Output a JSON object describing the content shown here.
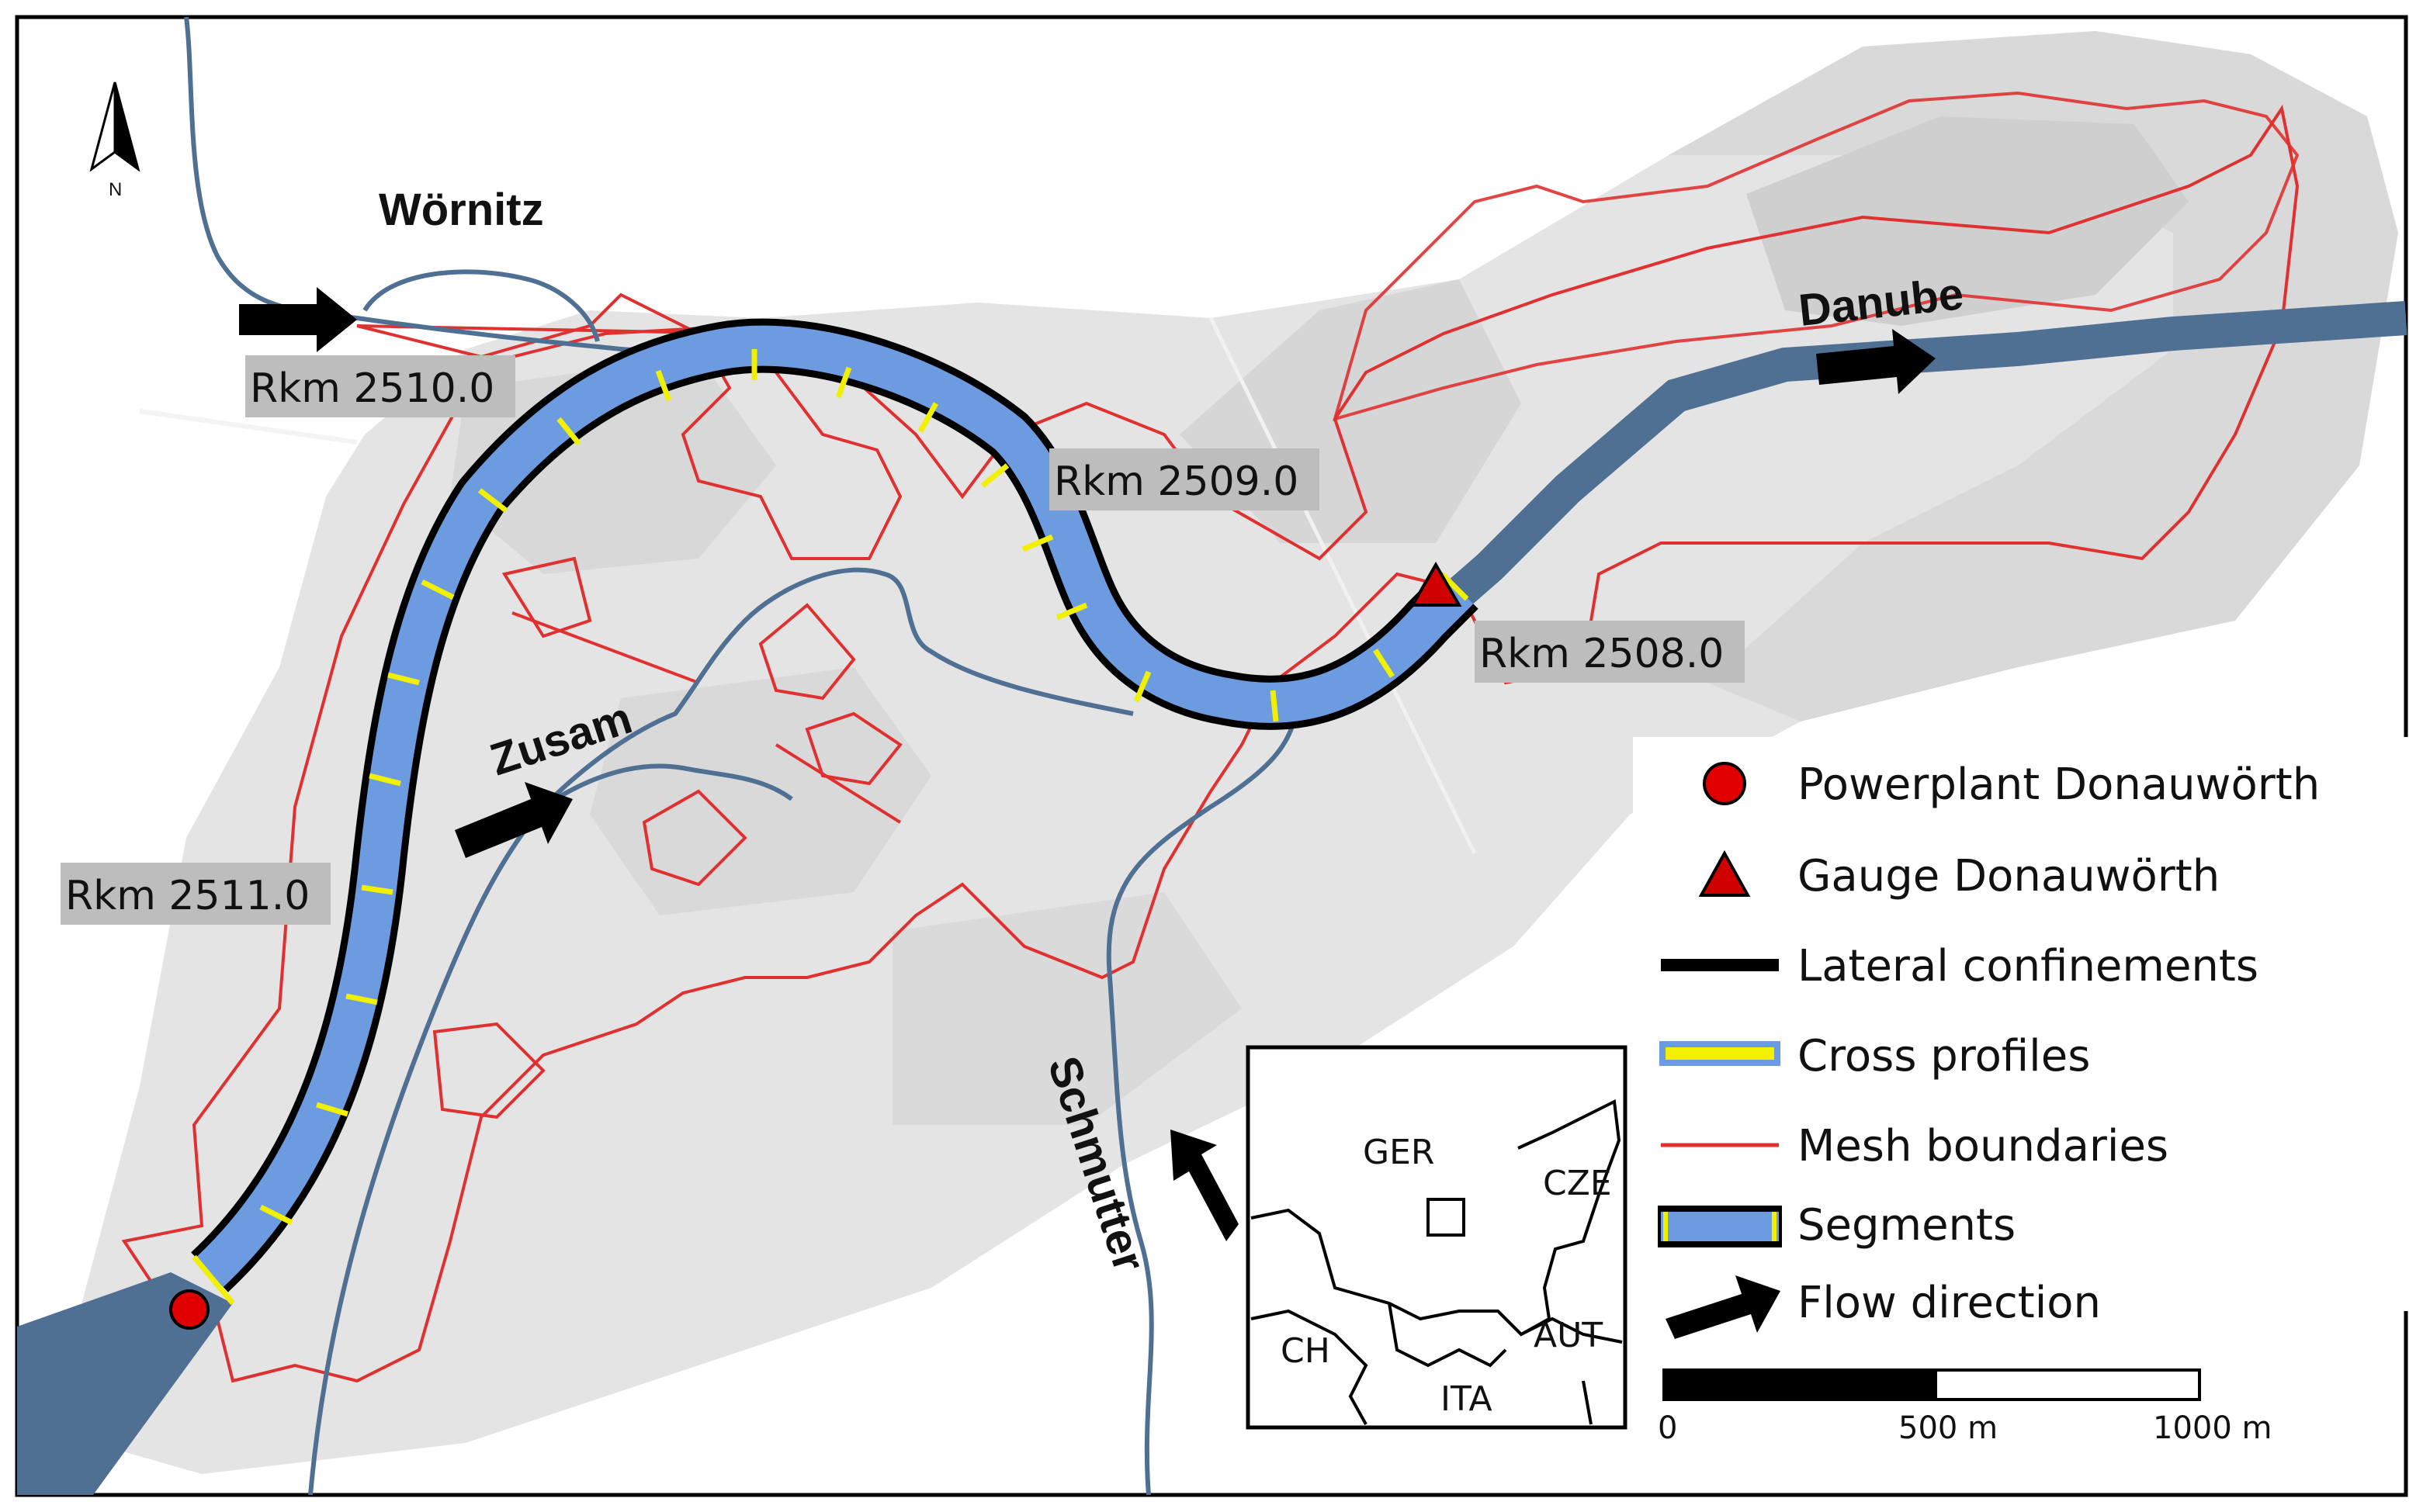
{
  "map": {
    "rivers": {
      "woernitz": "Wörnitz",
      "danube": "Danube",
      "zusam": "Zusam",
      "schmutter": "Schmutter"
    },
    "river_km_labels": [
      "Rkm 2510.0",
      "Rkm 2509.0",
      "Rkm 2508.0",
      "Rkm 2511.0"
    ],
    "north_arrow": {
      "letter": "N",
      "icon": "north-arrow-icon"
    },
    "colors": {
      "river": "#4f6f93",
      "segment_fill": "#6c9be0",
      "cross_profile": "#f0f000",
      "mesh_boundary": "#e03030",
      "confinement": "#000000",
      "powerplant": "#e00000",
      "gauge": "#d00000",
      "background_relief": "#e2e2e2"
    }
  },
  "legend": {
    "items": [
      {
        "icon": "powerplant-icon",
        "label": "Powerplant Donauwörth"
      },
      {
        "icon": "gauge-icon",
        "label": "Gauge Donauwörth"
      },
      {
        "icon": "lateral-confinement-icon",
        "label": "Lateral confinements"
      },
      {
        "icon": "cross-profile-icon",
        "label": "Cross profiles"
      },
      {
        "icon": "mesh-boundary-icon",
        "label": "Mesh boundaries"
      },
      {
        "icon": "segment-icon",
        "label": "Segments"
      },
      {
        "icon": "flow-direction-icon",
        "label": "Flow direction"
      }
    ]
  },
  "inset": {
    "labels": [
      "GER",
      "CZE",
      "CH",
      "AUT",
      "ITA"
    ]
  },
  "scale_bar": {
    "ticks": [
      "0",
      "500 m",
      "1000 m"
    ]
  }
}
